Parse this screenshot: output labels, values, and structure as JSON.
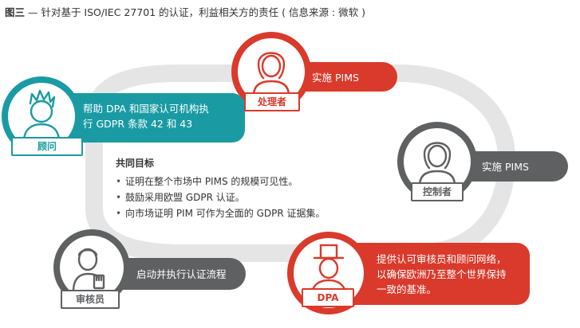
{
  "figure_title": {
    "label": "图三",
    "text": " — 针对基于 ISO/IEC 27701 的认证，利益相关方的责任 ( 信息来源 : 微软 )"
  },
  "colors": {
    "red": "#d93a2b",
    "teal": "#1a9ba3",
    "gray": "#5f6062",
    "track": "#e5e5e5"
  },
  "nodes": {
    "processor": {
      "tag": "处理者",
      "text": "实施 PIMS",
      "icon": "woman-avatar-icon"
    },
    "controller": {
      "tag": "控制者",
      "text": "实施 PIMS",
      "icon": "woman-avatar-icon"
    },
    "dpa": {
      "tag": "DPA",
      "lines": [
        "提供认可审核员和顾问网络，",
        "以确保欧洲乃至整个世界保持",
        "一致的基准。"
      ],
      "icon": "top-hat-person-icon"
    },
    "auditor": {
      "tag": "审核员",
      "text": "启动并执行认证流程",
      "icon": "man-with-badge-icon"
    },
    "advisor": {
      "tag": "顾问",
      "lines": [
        "帮助 DPA 和国家认可机构执",
        "行 GDPR 条款 42 和 43"
      ],
      "icon": "spiky-hair-person-icon"
    }
  },
  "goals": {
    "title": "共同目标",
    "items": [
      "证明在整个市场中 PIMS 的规模可见性。",
      "鼓励采用欧盟 GDPR 认证。",
      "向市场证明 PIM 可作为全面的 GDPR 证据集。"
    ]
  }
}
